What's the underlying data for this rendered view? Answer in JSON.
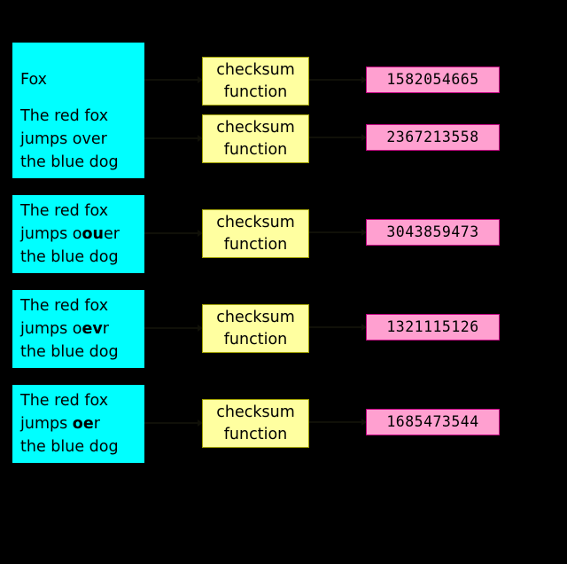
{
  "diagram": {
    "title": "checksum function diagram",
    "background_color": "#000000",
    "input_color": "#00ffff",
    "function_color": "#ffffa0",
    "function_border_color": "#a0a000",
    "output_color": "#ffa0d0",
    "output_border_color": "#c00080",
    "function_label_lines": [
      "checksum",
      "function"
    ],
    "rows": [
      {
        "input_lines": [
          [
            {
              "text": "Fox",
              "bold": false
            }
          ]
        ],
        "function_lines": [
          "checksum",
          "function"
        ],
        "output": "1582054665"
      },
      {
        "input_lines": [
          [
            {
              "text": "The red fox",
              "bold": false
            }
          ],
          [
            {
              "text": "jumps over",
              "bold": false
            }
          ],
          [
            {
              "text": "the blue dog",
              "bold": false
            }
          ]
        ],
        "function_lines": [
          "checksum",
          "function"
        ],
        "output": "2367213558"
      },
      {
        "input_lines": [
          [
            {
              "text": "The red fox",
              "bold": false
            }
          ],
          [
            {
              "text": "jumps o",
              "bold": false
            },
            {
              "text": "ou",
              "bold": true
            },
            {
              "text": "er",
              "bold": false
            }
          ],
          [
            {
              "text": "the blue dog",
              "bold": false
            }
          ]
        ],
        "function_lines": [
          "checksum",
          "function"
        ],
        "output": "3043859473"
      },
      {
        "input_lines": [
          [
            {
              "text": "The red fox",
              "bold": false
            }
          ],
          [
            {
              "text": "jumps o",
              "bold": false
            },
            {
              "text": "ev",
              "bold": true
            },
            {
              "text": "r",
              "bold": false
            }
          ],
          [
            {
              "text": "the blue dog",
              "bold": false
            }
          ]
        ],
        "function_lines": [
          "checksum",
          "function"
        ],
        "output": "1321115126"
      },
      {
        "input_lines": [
          [
            {
              "text": "The red fox",
              "bold": false
            }
          ],
          [
            {
              "text": "jumps ",
              "bold": false
            },
            {
              "text": "oe",
              "bold": true
            },
            {
              "text": "r",
              "bold": false
            }
          ],
          [
            {
              "text": "the blue dog",
              "bold": false
            }
          ]
        ],
        "function_lines": [
          "checksum",
          "function"
        ],
        "output": "1685473544"
      }
    ]
  }
}
